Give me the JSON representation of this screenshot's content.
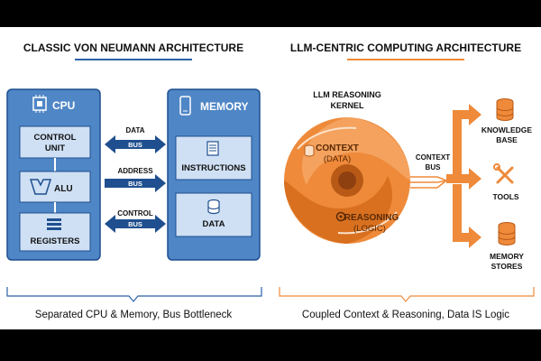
{
  "left": {
    "title": "CLASSIC VON NEUMANN ARCHITECTURE",
    "cpu_label": "CPU",
    "memory_label": "MEMORY",
    "control_unit_line1": "CONTROL",
    "control_unit_line2": "UNIT",
    "alu_label": "ALU",
    "registers_label": "REGISTERS",
    "instructions_label": "INSTRUCTIONS",
    "data_label": "DATA",
    "data_bus_line1": "DATA",
    "data_bus_line2": "BUS",
    "address_bus_line1": "ADDRESS",
    "address_bus_line2": "BUS",
    "control_bus_line1": "CONTROL",
    "control_bus_line2": "BUS",
    "caption": "Separated CPU & Memory, Bus Bottleneck"
  },
  "right": {
    "title": "LLM-CENTRIC COMPUTING ARCHITECTURE",
    "kernel_line1": "LLM REASONING",
    "kernel_line2": "KERNEL",
    "context_line1": "CONTEXT",
    "context_line2": "(DATA)",
    "reasoning_line1": "REASONING",
    "reasoning_line2": "(LOGIC)",
    "context_bus_line1": "CONTEXT",
    "context_bus_line2": "BUS",
    "knowledge_line1": "KNOWLEDGE",
    "knowledge_line2": "BASE",
    "tools_label": "TOOLS",
    "memory_line1": "MEMORY",
    "memory_line2": "STORES",
    "caption": "Coupled Context & Reasoning, Data IS Logic"
  },
  "colors": {
    "blue_dark": "#1f4f8f",
    "blue_mid": "#4f86c6",
    "blue_light": "#cfe0f4",
    "orange": "#ee8a3a",
    "orange_dark": "#b85a16",
    "orange_light": "#fbe1c8"
  },
  "icons": [
    "chip-icon",
    "phone-memory-icon",
    "document-icon",
    "database-icon",
    "alu-icon",
    "registers-icon",
    "gear-icon",
    "wrench-icon"
  ]
}
